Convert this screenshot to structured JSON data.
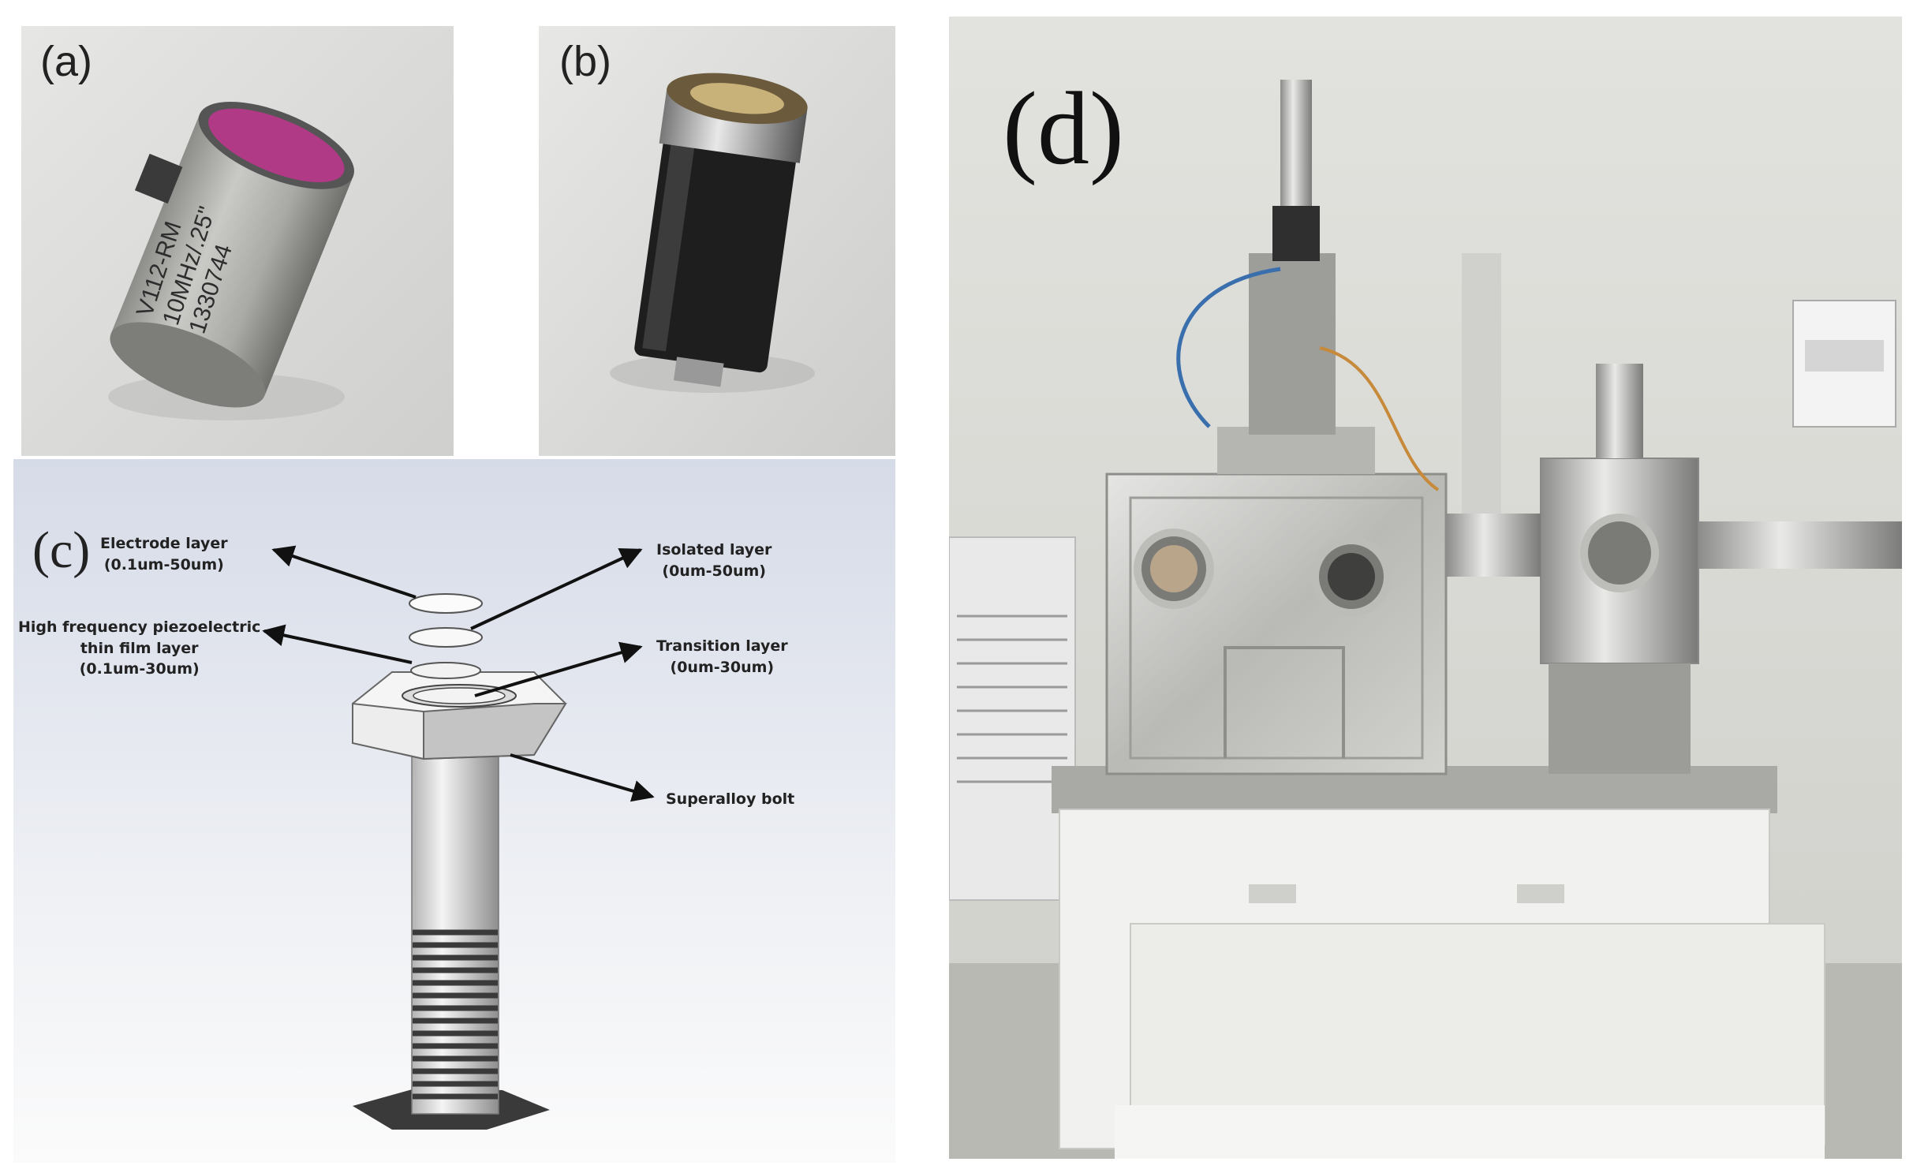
{
  "panels": {
    "a": {
      "label": "(a)",
      "transducer_marking": [
        "V112-RM",
        "10MHz/.25\"",
        "1330744"
      ]
    },
    "b": {
      "label": "(b)"
    },
    "c": {
      "label": "(c)",
      "callouts": {
        "electrode": {
          "name": "Electrode layer",
          "range": "(0.1um-50um)"
        },
        "isolated": {
          "name": "Isolated layer",
          "range": "(0um-50um)"
        },
        "piezo": {
          "name1": "High frequency piezoelectric",
          "name2": "thin film layer",
          "range": "(0.1um-30um)"
        },
        "transition": {
          "name": "Transition layer",
          "range": "(0um-30um)"
        },
        "bolt": {
          "name": "Superalloy bolt"
        }
      }
    },
    "d": {
      "label": "(d)"
    }
  }
}
